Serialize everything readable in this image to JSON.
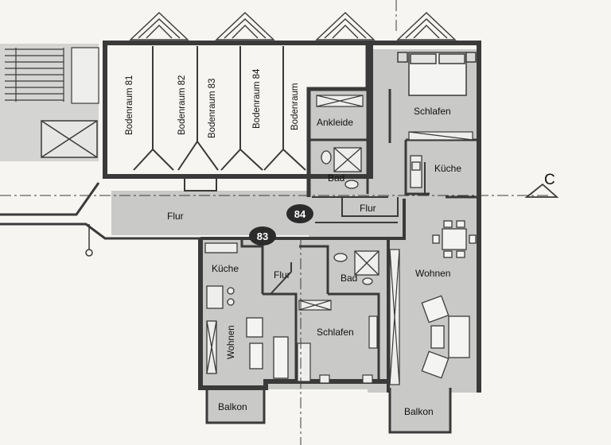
{
  "storage": {
    "rooms": [
      "Bodenraum 81",
      "Bodenraum 82",
      "Bodenraum 83",
      "Bodenraum 84",
      "Bodenraum"
    ]
  },
  "corridor": {
    "label": "Flur"
  },
  "unit84": {
    "number": "84",
    "rooms": {
      "ankleide": "Ankleide",
      "schlafen": "Schlafen",
      "bad": "Bad",
      "kueche": "Küche",
      "flur": "Flur",
      "wohnen": "Wohnen",
      "balkon": "Balkon"
    }
  },
  "unit83": {
    "number": "83",
    "rooms": {
      "kueche": "Küche",
      "flur": "Flur",
      "bad": "Bad",
      "wohnen": "Wohnen",
      "schlafen": "Schlafen",
      "balkon": "Balkon"
    }
  },
  "section_marker": {
    "label": "C"
  },
  "colors": {
    "wall": "#3a3a3a",
    "floor": "#c9c9c7",
    "paper": "#f6f5f2",
    "badge": "#2b2b2b"
  }
}
